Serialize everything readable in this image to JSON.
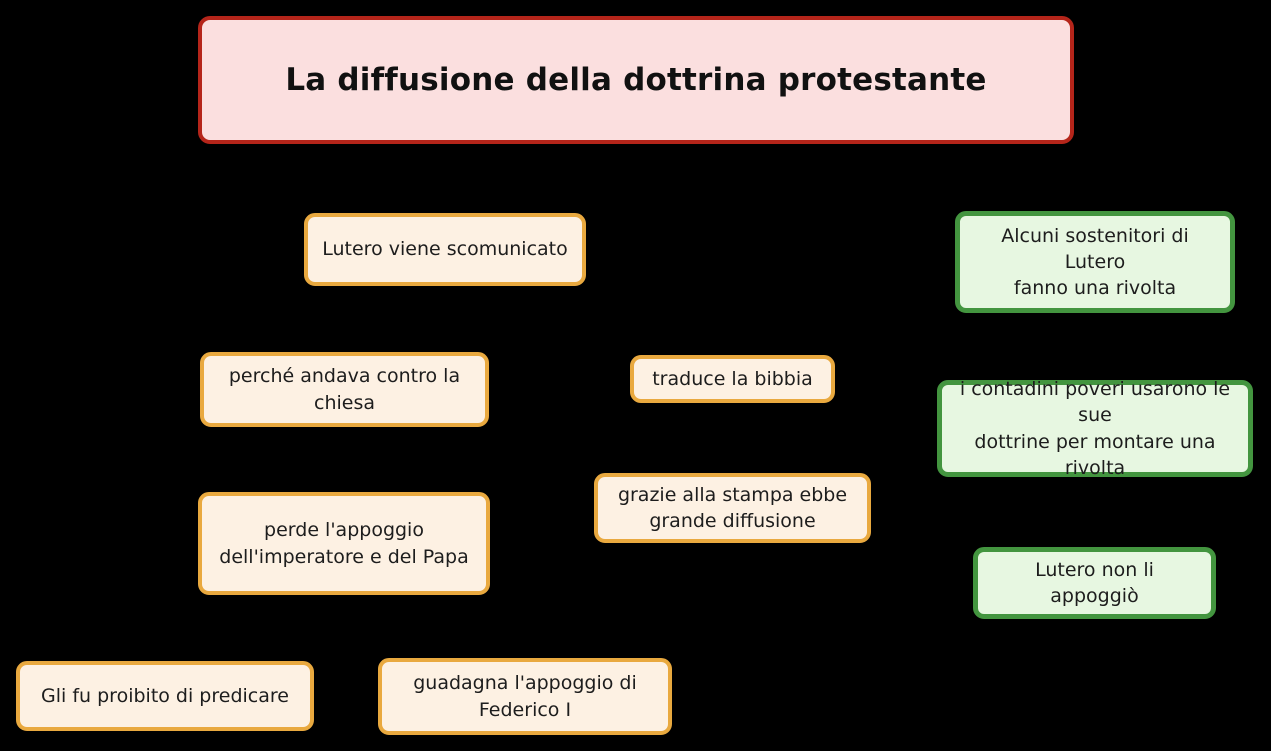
{
  "diagram": {
    "type": "mind-map",
    "title": "La diffusione della dottrina protestante",
    "background_color": "#000000",
    "palettes": {
      "root_border": "#b5251a",
      "root_fill": "#fbdfdf",
      "orange_border": "#e9a93f",
      "orange_fill": "#fdf1e3",
      "green_border": "#43953f",
      "green_fill": "#e7f7e1",
      "text_color": "#1d1d1d"
    },
    "root": {
      "label": "La diffusione della dottrina protestante"
    },
    "nodes": [
      {
        "id": "n1",
        "label": "Lutero viene scomunicato",
        "color": "orange"
      },
      {
        "id": "n2",
        "label": "Alcuni sostenitori di Lutero\nfanno una rivolta",
        "color": "green"
      },
      {
        "id": "n3",
        "label": "perché andava contro la\nchiesa",
        "color": "orange"
      },
      {
        "id": "n4",
        "label": "traduce la bibbia",
        "color": "orange"
      },
      {
        "id": "n5",
        "label": "i contadini poveri usarono le sue\ndottrine per montare una rivolta",
        "color": "green"
      },
      {
        "id": "n6",
        "label": "grazie alla stampa ebbe\ngrande diffusione",
        "color": "orange"
      },
      {
        "id": "n7",
        "label": "perde l'appoggio\ndell'imperatore e del Papa",
        "color": "orange"
      },
      {
        "id": "n8",
        "label": "Lutero non li appoggiò",
        "color": "green"
      },
      {
        "id": "n9",
        "label": "Gli fu proibito di predicare",
        "color": "orange"
      },
      {
        "id": "n10",
        "label": "guadagna l'appoggio di\nFederico I",
        "color": "orange"
      }
    ]
  }
}
